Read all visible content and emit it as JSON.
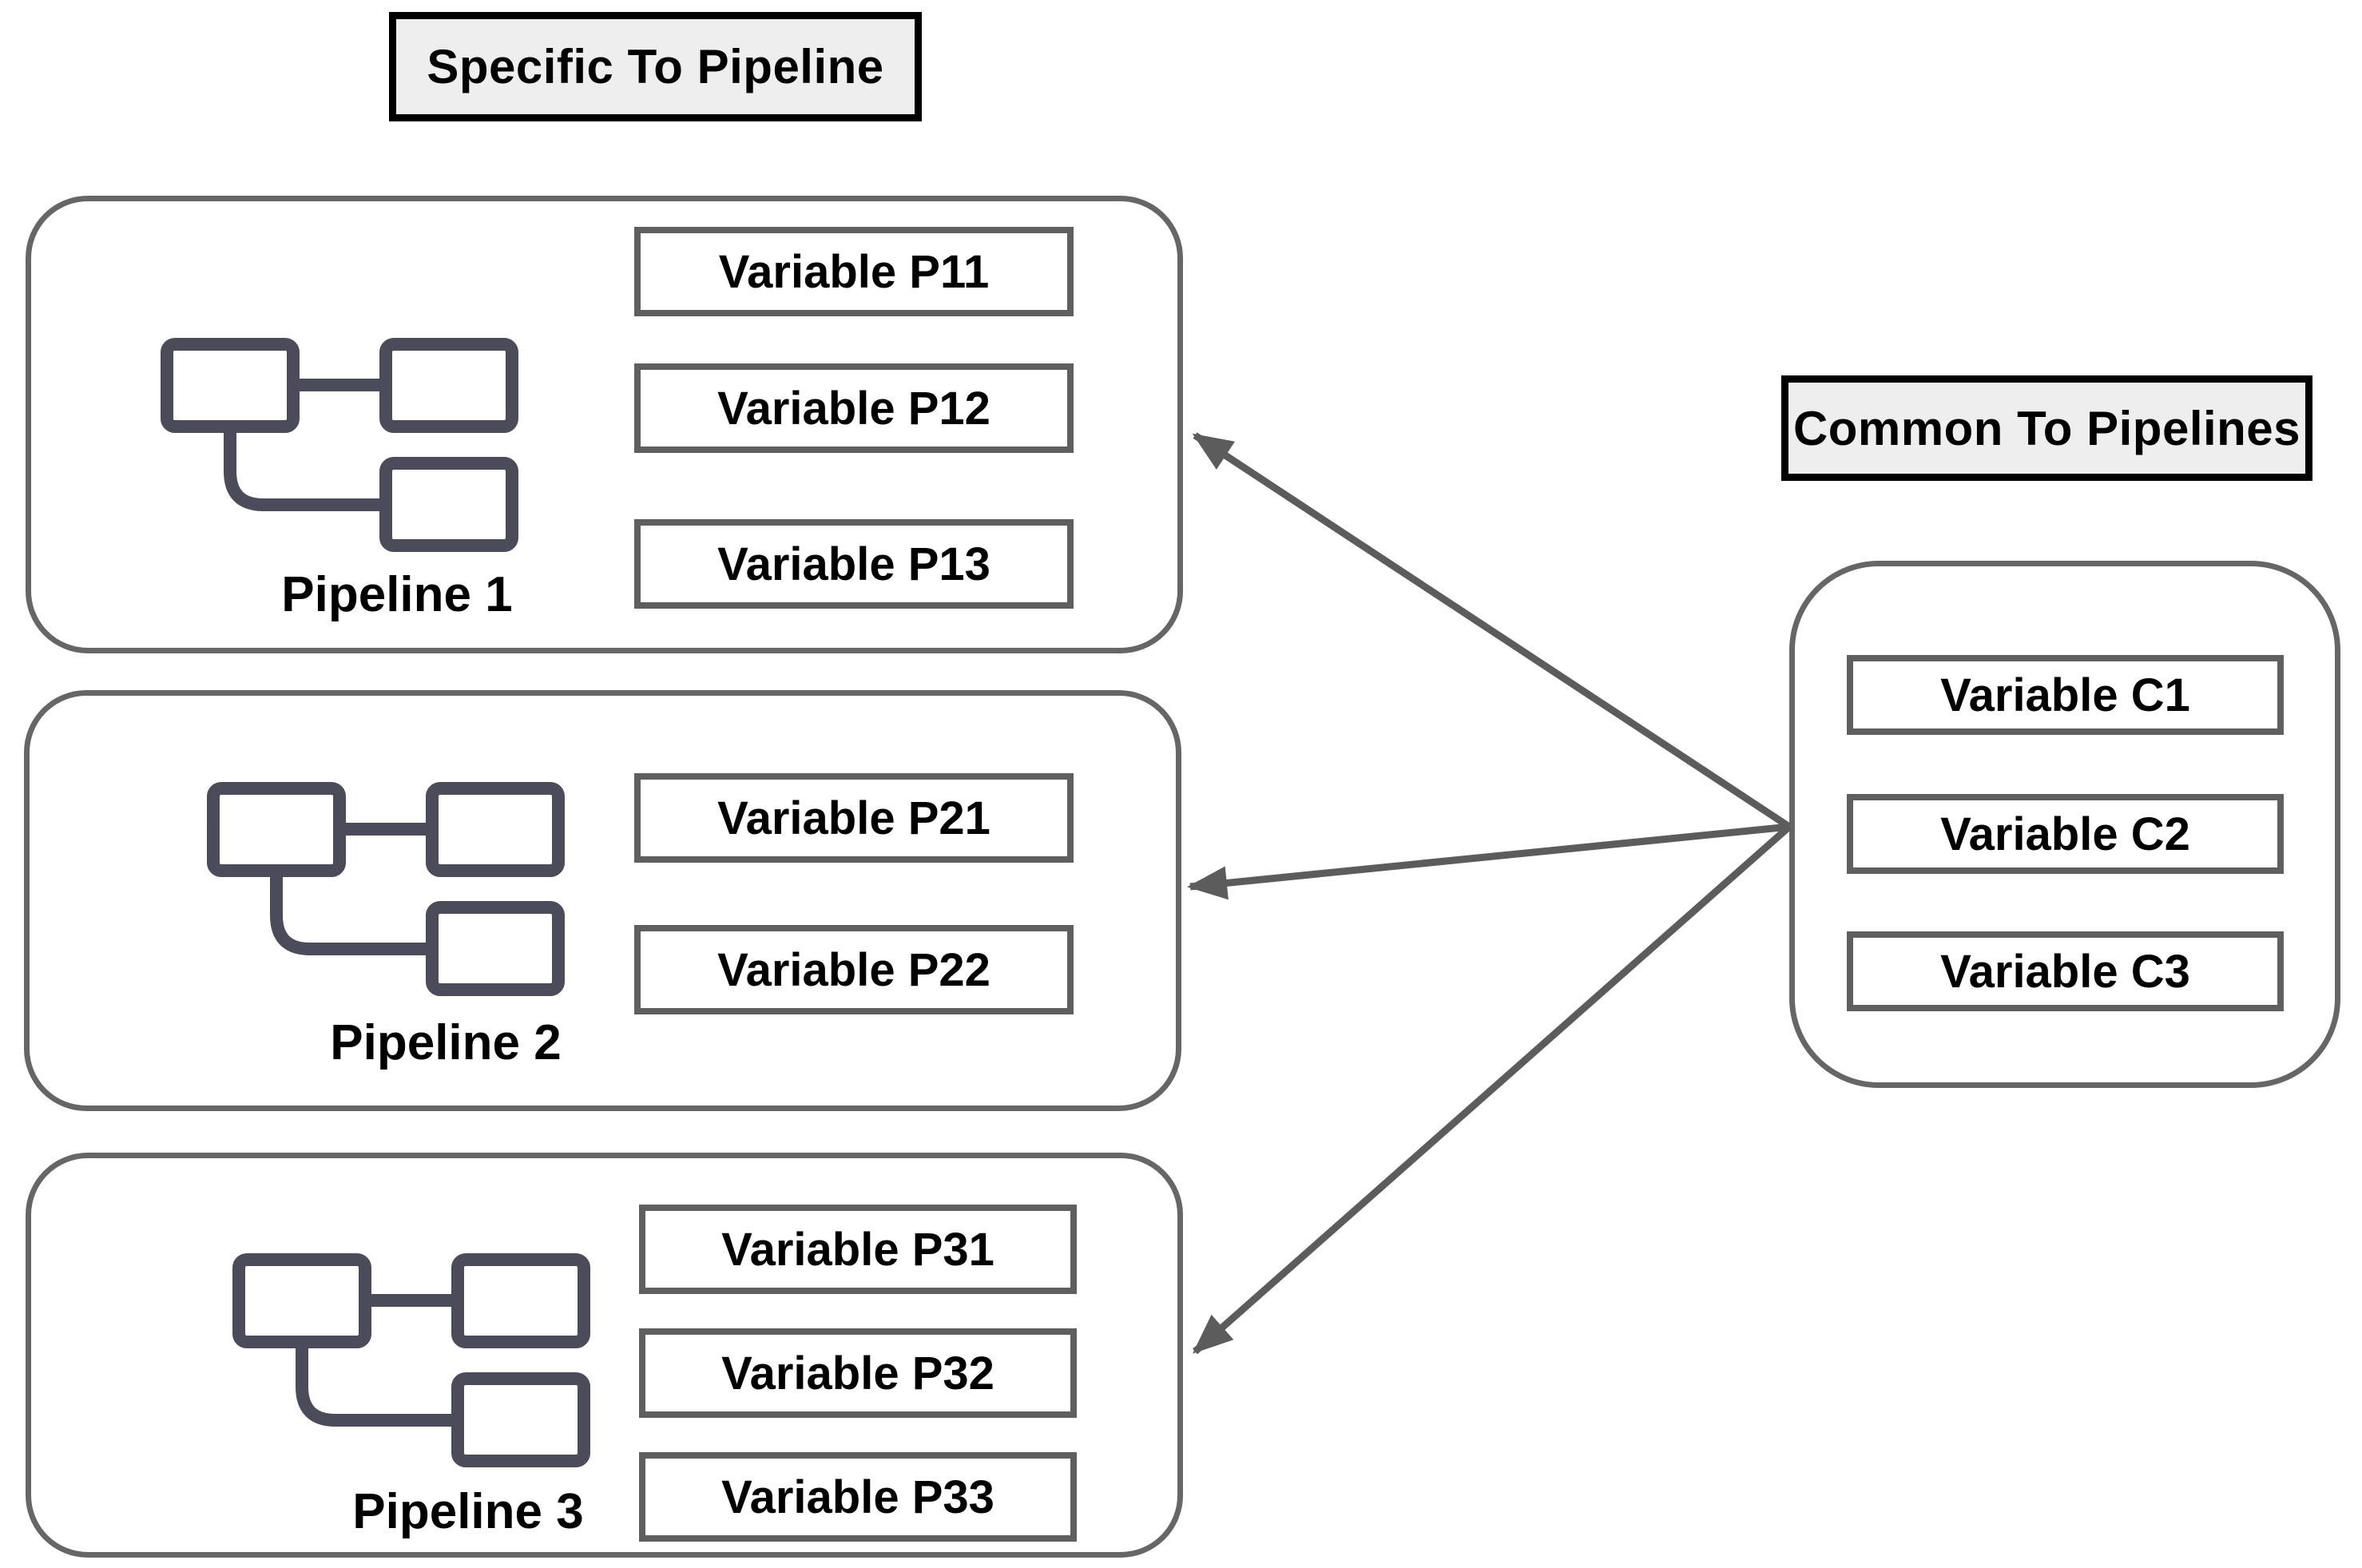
{
  "diagram": {
    "left_group_label": "Specific To Pipeline",
    "right_group_label": "Common To Pipelines",
    "pipelines": [
      {
        "title": "Pipeline 1",
        "variables": [
          "Variable P11",
          "Variable P12",
          "Variable P13"
        ]
      },
      {
        "title": "Pipeline 2",
        "variables": [
          "Variable P21",
          "Variable P22"
        ]
      },
      {
        "title": "Pipeline 3",
        "variables": [
          "Variable P31",
          "Variable P32",
          "Variable P33"
        ]
      }
    ],
    "common": {
      "variables": [
        "Variable C1",
        "Variable C2",
        "Variable C3"
      ]
    },
    "arrows": {
      "from": "Common To Pipelines",
      "targets": [
        "Pipeline 1",
        "Pipeline 2",
        "Pipeline 3"
      ]
    },
    "colors": {
      "background": "#ffffff",
      "container_border": "#666666",
      "variable_border": "#5f5f5f",
      "label_fill": "#eeeeee",
      "label_border": "#000000",
      "arrow": "#5c5c5c",
      "icon": "#4b4b59",
      "text": "#000000"
    },
    "icons": [
      "pipeline-icon",
      "pipeline-icon",
      "pipeline-icon"
    ]
  }
}
